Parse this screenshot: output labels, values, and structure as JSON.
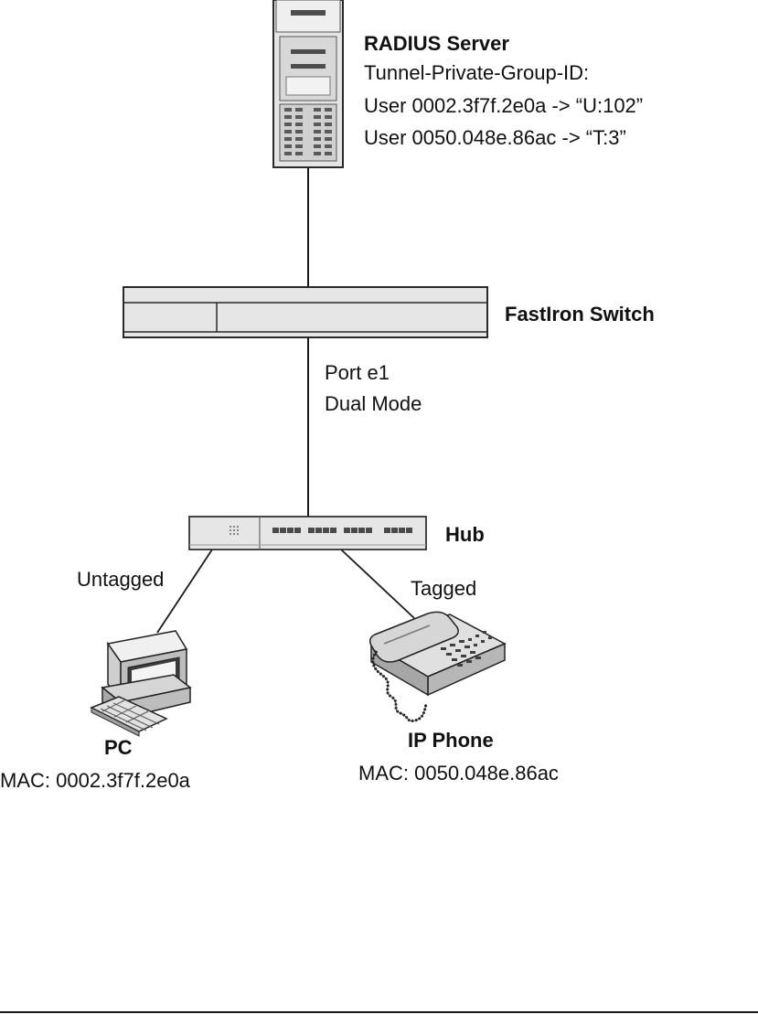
{
  "radius": {
    "title": "RADIUS Server",
    "attribute": "Tunnel-Private-Group-ID:",
    "mapping_1": "User 0002.3f7f.2e0a -> “U:102”",
    "mapping_2": "User 0050.048e.86ac -> “T:3”"
  },
  "switch": {
    "title": "FastIron Switch"
  },
  "port": {
    "name": "Port e1",
    "mode": "Dual Mode"
  },
  "hub": {
    "title": "Hub"
  },
  "links": {
    "pc_label": "Untagged",
    "phone_label": "Tagged"
  },
  "pc": {
    "title": "PC",
    "mac": "MAC: 0002.3f7f.2e0a"
  },
  "phone": {
    "title": "IP Phone",
    "mac": "MAC: 0050.048e.86ac"
  },
  "colors": {
    "line": "#1a1a1a",
    "device_fill": "#e6e6e6",
    "device_shade": "#bdbdbd",
    "dark": "#555555"
  }
}
